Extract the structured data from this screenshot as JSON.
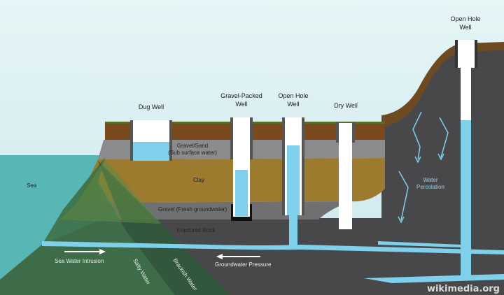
{
  "labels": {
    "dug_well": "Dug Well",
    "gravel_packed_well": [
      "Gravel-Packed",
      "Well"
    ],
    "open_hole_well": [
      "Open Hole",
      "Well"
    ],
    "dry_well": "Dry Well",
    "open_hole_well_hill": [
      "Open Hole",
      "Well"
    ],
    "gravel_sand": [
      "Gravel/Sand",
      "(Sub surface water)"
    ],
    "clay": "Clay",
    "gravel_fresh": "Gravel (Fresh groundwater)",
    "fractured_rock": "Fractured Rock",
    "sea": "Sea",
    "sea_water_intrusion": "Sea Water Intrusion",
    "salty_water": "Salty Water",
    "brackish_water": "Brackish Water",
    "groundwater_pressure": "Groundwater Pressure",
    "water_percolation": [
      "Water",
      "Percolation"
    ],
    "watermark": "wikimedia.org"
  },
  "colors": {
    "sky": "#dff2f4",
    "sea": "#58b7b5",
    "topsoil": "#7a4a1e",
    "gravel_sand": "#8b8b8d",
    "clay": "#9c7a2e",
    "gravel_fresh": "#707072",
    "rock": "#48484a",
    "water": "#7fd0ea"
  }
}
